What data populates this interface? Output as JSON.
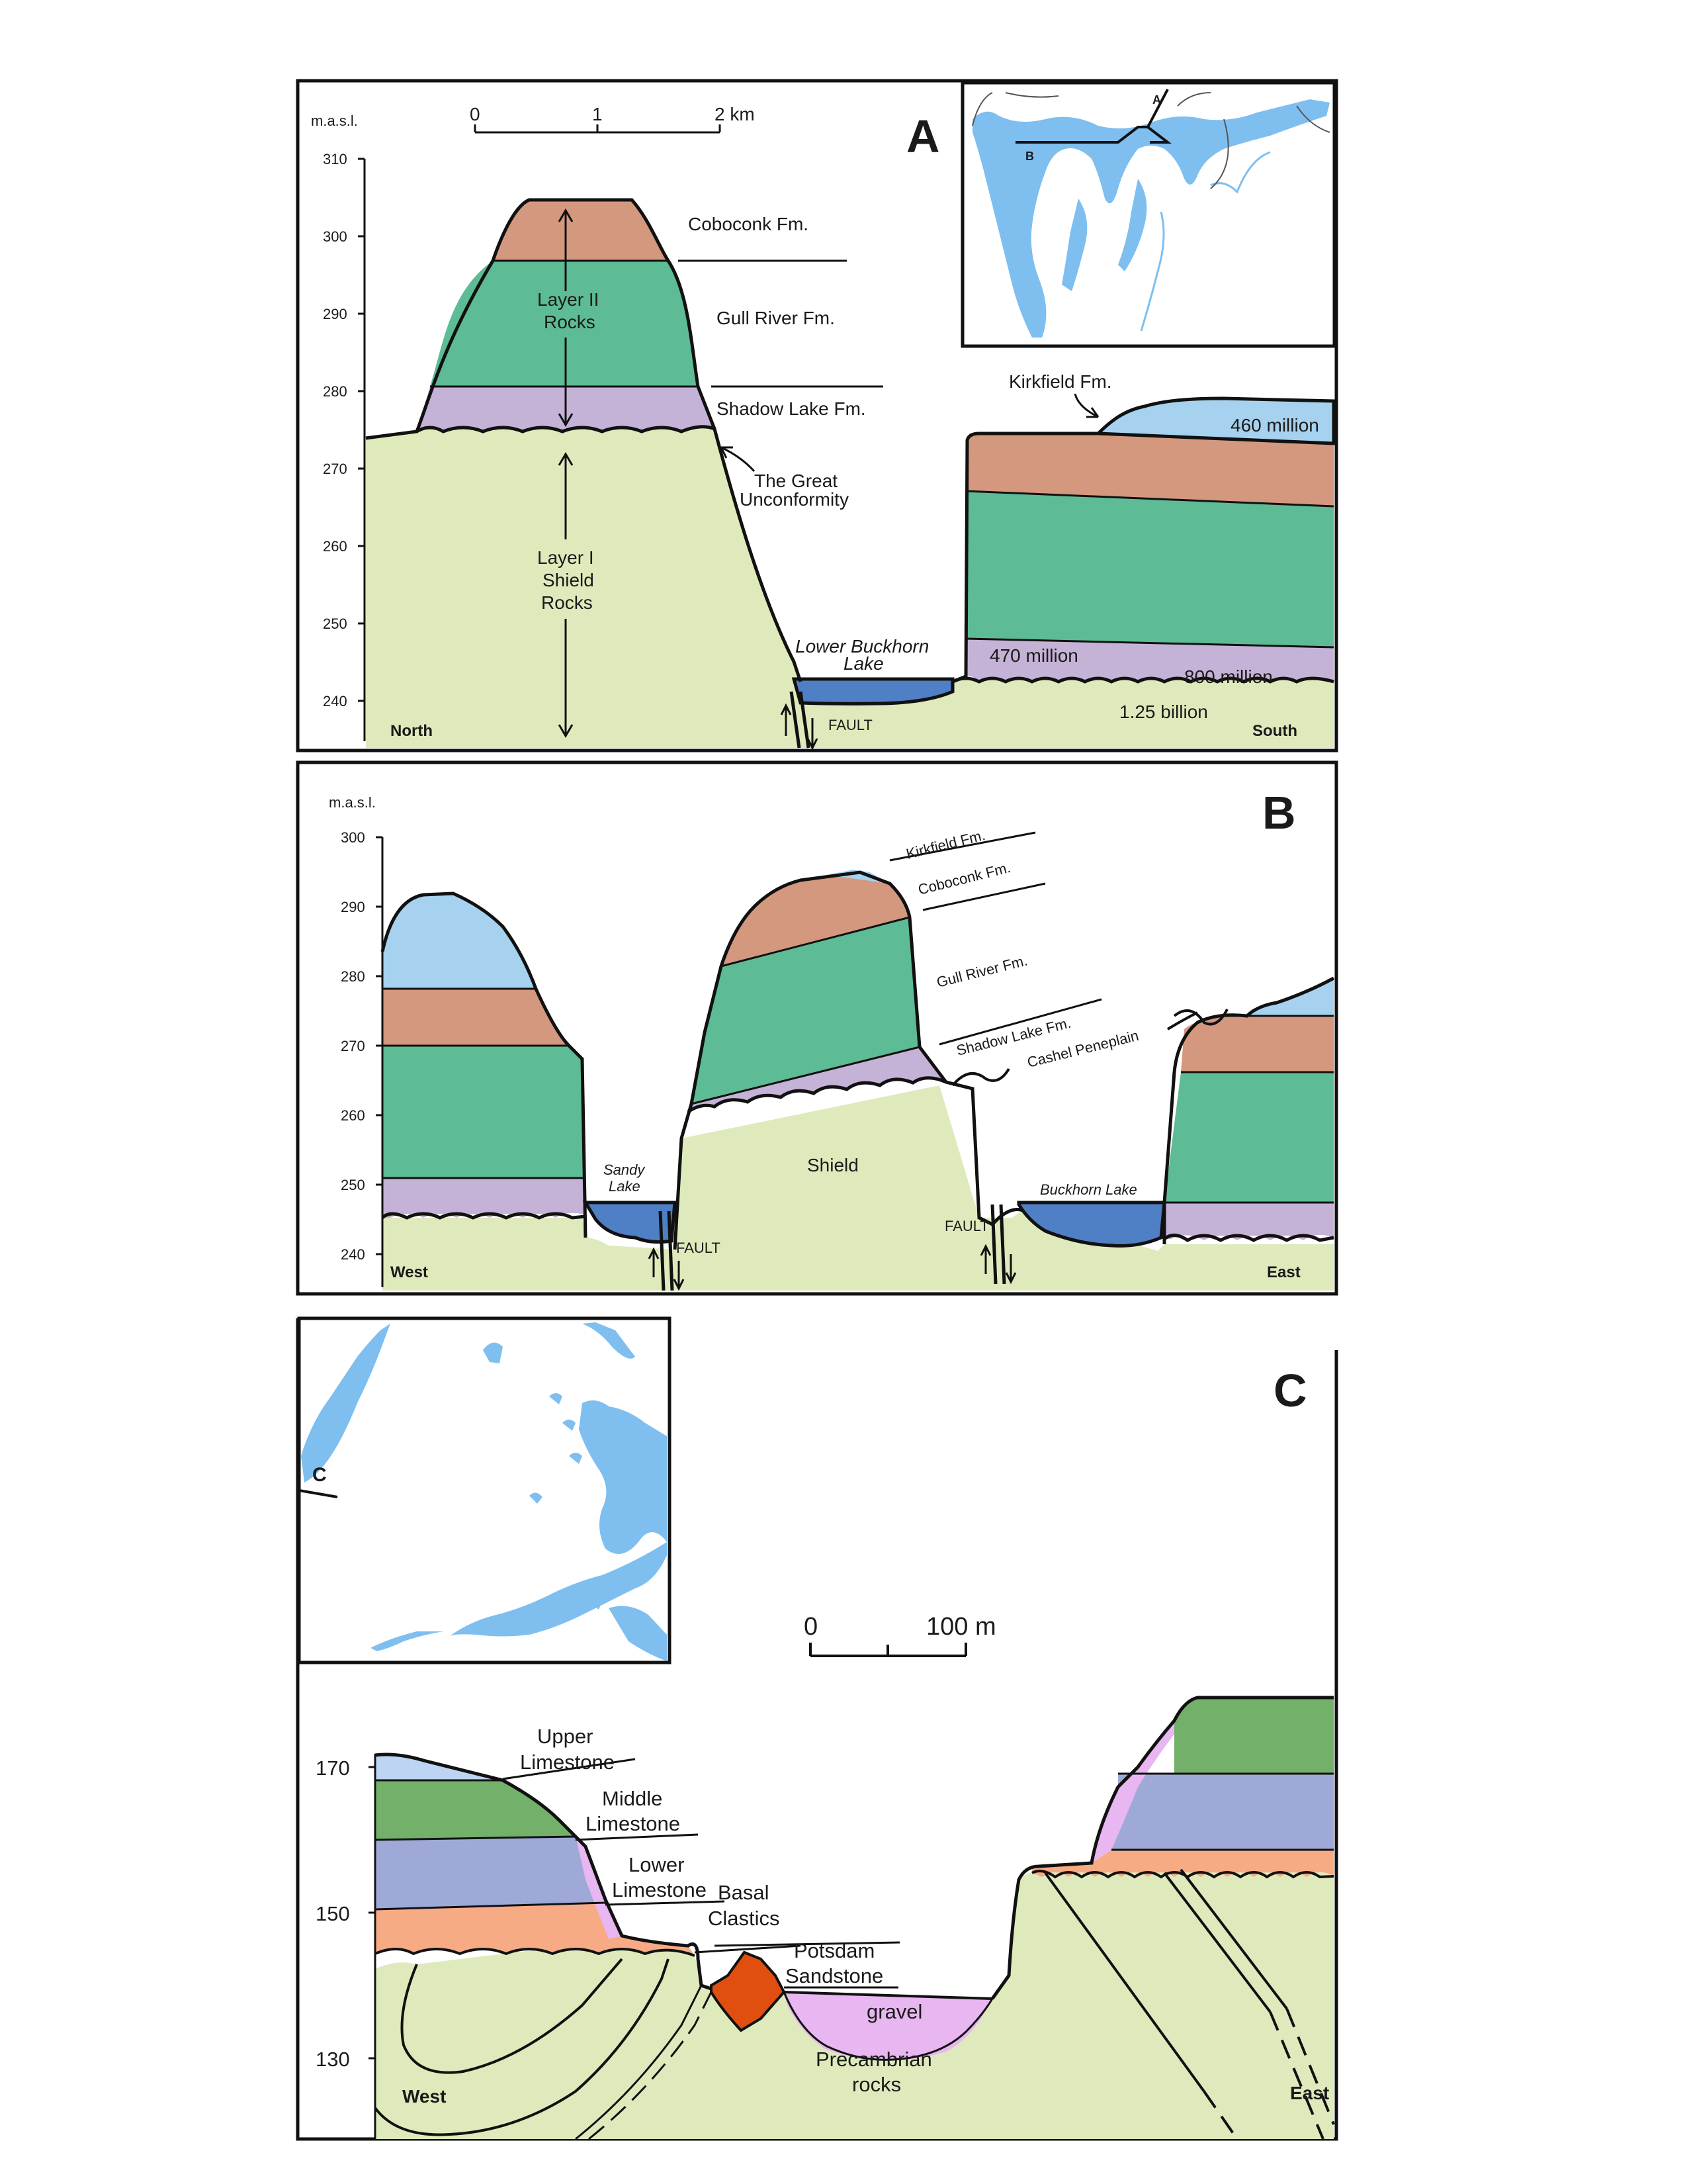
{
  "colors": {
    "shield": "#dfeabc",
    "shadow_lake": "#c4b3d6",
    "gull_river": "#5dbb96",
    "coboconk": "#d4987f",
    "kirkfield": "#a6d2ef",
    "water": "#4f7fc4",
    "map_water": "#7ebff0",
    "basal_clastics": "#f7ab85",
    "lower_limestone": "#9fa9d8",
    "middle_limestone": "#73b16a",
    "upper_limestone": "#bdd4f2",
    "gravel": "#e8b6f0",
    "potsdam": "#e04e10"
  },
  "panel_a": {
    "letter": "A",
    "axis_unit": "m.a.s.l.",
    "ticks": [
      "310",
      "300",
      "290",
      "280",
      "270",
      "260",
      "250",
      "240"
    ],
    "scale": {
      "zero": "0",
      "one": "1",
      "two": "2 km"
    },
    "labels": {
      "coboconk": "Coboconk Fm.",
      "gull_river": "Gull River Fm.",
      "shadow_lake": "Shadow Lake Fm.",
      "layer2_a": "Layer II",
      "layer2_b": "Rocks",
      "unconf_a": "The Great",
      "unconf_b": "Unconformity",
      "layer1_a": "Layer I",
      "layer1_b": "Shield",
      "layer1_c": "Rocks",
      "lake_a": "Lower Buckhorn",
      "lake_b": "Lake",
      "fault": "FAULT",
      "kirkfield": "Kirkfield Fm.",
      "age_460": "460 million",
      "age_470": "470 million",
      "age_800": "800 million",
      "age_125": "1.25 billion",
      "north": "North",
      "south": "South",
      "map_a": "A",
      "map_b": "B"
    }
  },
  "panel_b": {
    "letter": "B",
    "axis_unit": "m.a.s.l.",
    "ticks": [
      "300",
      "290",
      "280",
      "270",
      "260",
      "250",
      "240"
    ],
    "labels": {
      "kirkfield": "Kirkfield Fm.",
      "coboconk": "Coboconk Fm.",
      "gull_river": "Gull River Fm.",
      "shadow_lake": "Shadow Lake Fm.",
      "cashel": "Cashel Peneplain",
      "sandy_a": "Sandy",
      "sandy_b": "Lake",
      "shield": "Shield",
      "buckhorn": "Buckhorn Lake",
      "fault1": "FAULT",
      "fault2": "FAULT",
      "west": "West",
      "east": "East"
    }
  },
  "panel_c": {
    "letter": "C",
    "ticks": [
      "170",
      "150",
      "130"
    ],
    "scale": {
      "zero": "0",
      "end": "100 m"
    },
    "labels": {
      "upper_a": "Upper",
      "upper_b": "Limestone",
      "middle_a": "Middle",
      "middle_b": "Limestone",
      "lower_a": "Lower",
      "lower_b": "Limestone",
      "basal_a": "Basal",
      "basal_b": "Clastics",
      "potsdam_a": "Potsdam",
      "potsdam_b": "Sandstone",
      "gravel": "gravel",
      "precam_a": "Precambrian",
      "precam_b": "rocks",
      "west": "West",
      "east": "East",
      "map_c": "C"
    }
  }
}
